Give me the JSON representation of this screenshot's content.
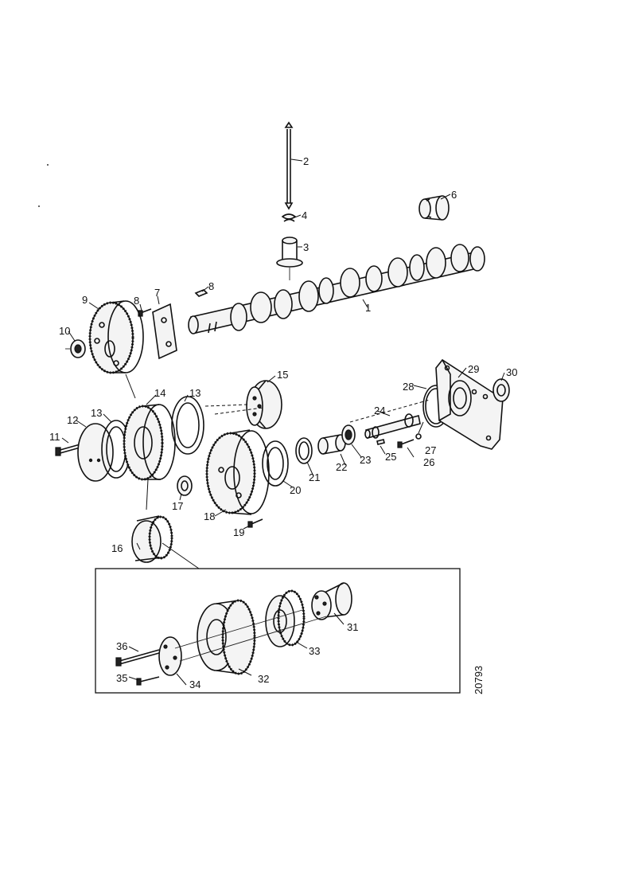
{
  "diagram": {
    "drawing_number": "20793",
    "callouts": {
      "p1": "1",
      "p2": "2",
      "p3": "3",
      "p4": "4",
      "p6": "6",
      "p7": "7",
      "p8a": "8",
      "p8b": "8",
      "p9": "9",
      "p10": "10",
      "p11": "11",
      "p12": "12",
      "p13a": "13",
      "p13b": "13",
      "p14": "14",
      "p15": "15",
      "p16": "16",
      "p17": "17",
      "p18": "18",
      "p19": "19",
      "p20": "20",
      "p21": "21",
      "p22": "22",
      "p23": "23",
      "p24": "24",
      "p25": "25",
      "p26": "26",
      "p27": "27",
      "p28": "28",
      "p29": "29",
      "p30": "30",
      "p31": "31",
      "p32": "32",
      "p33": "33",
      "p34": "34",
      "p35": "35",
      "p36": "36"
    }
  }
}
